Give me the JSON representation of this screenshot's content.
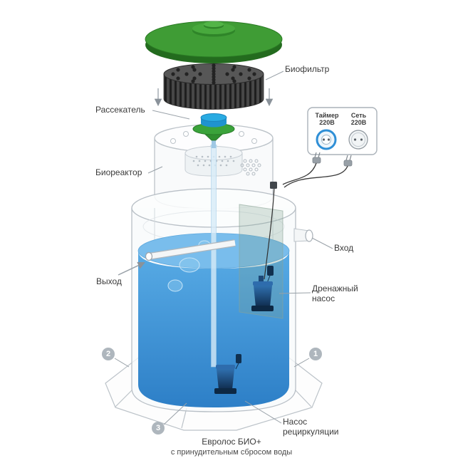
{
  "labels": {
    "biofilter": "Биофильтр",
    "diffuser": "Рассекатель",
    "bioreactor": "Биореактор",
    "timer_line1": "Таймер",
    "timer_line2": "220В",
    "mains_line1": "Сеть",
    "mains_line2": "220В",
    "inlet": "Вход",
    "outlet": "Выход",
    "drain_pump_line1": "Дренажный",
    "drain_pump_line2": "насос",
    "recirc_pump_line1": "Насос",
    "recirc_pump_line2": "рециркуляции"
  },
  "markers": {
    "m1": "1",
    "m2": "2",
    "m3": "3"
  },
  "caption": {
    "line1": "Евролос БИО+",
    "line2": "с принудительным сбросом воды"
  },
  "colors": {
    "lid_green": "#3f9c35",
    "biofilter_dark": "#474747",
    "diffuser_blue": "#29abe2",
    "water_blue": "#3f93d9",
    "pump_navy": "#143a63",
    "timer_blue": "#2f8fd6",
    "label_text": "#3b3b3b"
  }
}
